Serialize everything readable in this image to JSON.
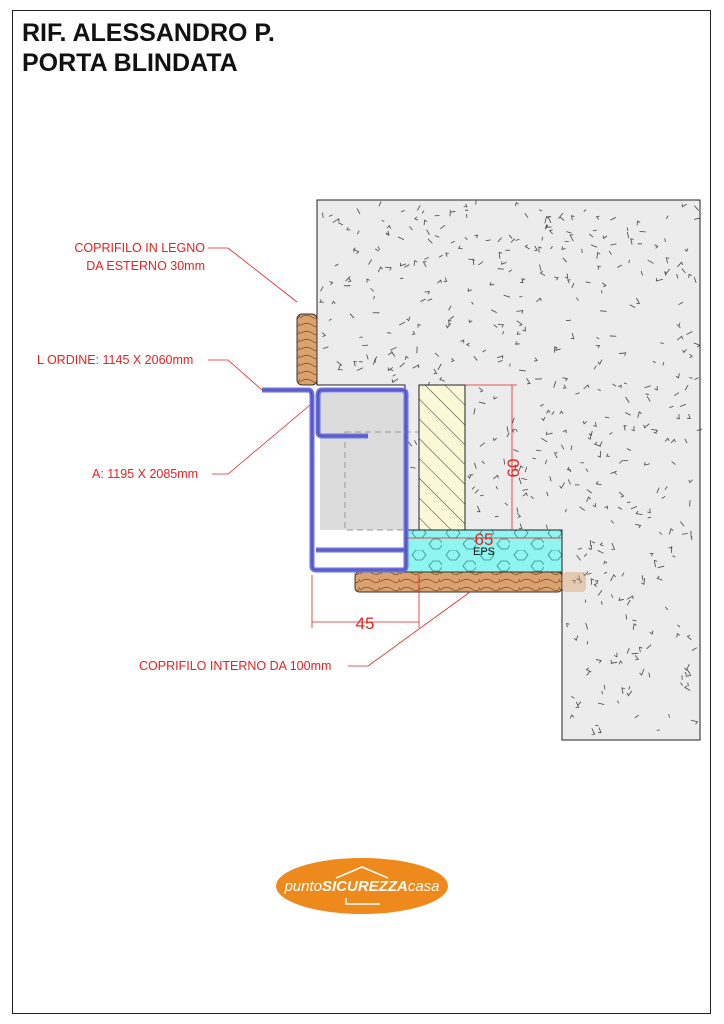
{
  "title": {
    "line1": "RIF. ALESSANDRO P.",
    "line2": "PORTA BLINDATA"
  },
  "annotations": {
    "exterior_trim_line1": "COPRIFILO IN LEGNO",
    "exterior_trim_line2": "DA ESTERNO 30mm",
    "order_size": "L ORDINE: 1145 X 2060mm",
    "opening_size": "A: 1195 X 2085mm",
    "interior_trim": "COPRIFILO INTERNO DA 100mm"
  },
  "dimensions": {
    "height": "60",
    "eps_width": "65",
    "frame_depth": "45",
    "eps_label": "EPS"
  },
  "logo": {
    "part1": "punto",
    "part2": "SICUREZZA",
    "part3": "casa"
  },
  "colors": {
    "annotation": "#e52222",
    "frame_profile": "#6b6fe0",
    "eps": "#8ff5f0",
    "wood": "#d9a26e",
    "concrete": "#ececec",
    "logo": "#ee8a1c"
  }
}
